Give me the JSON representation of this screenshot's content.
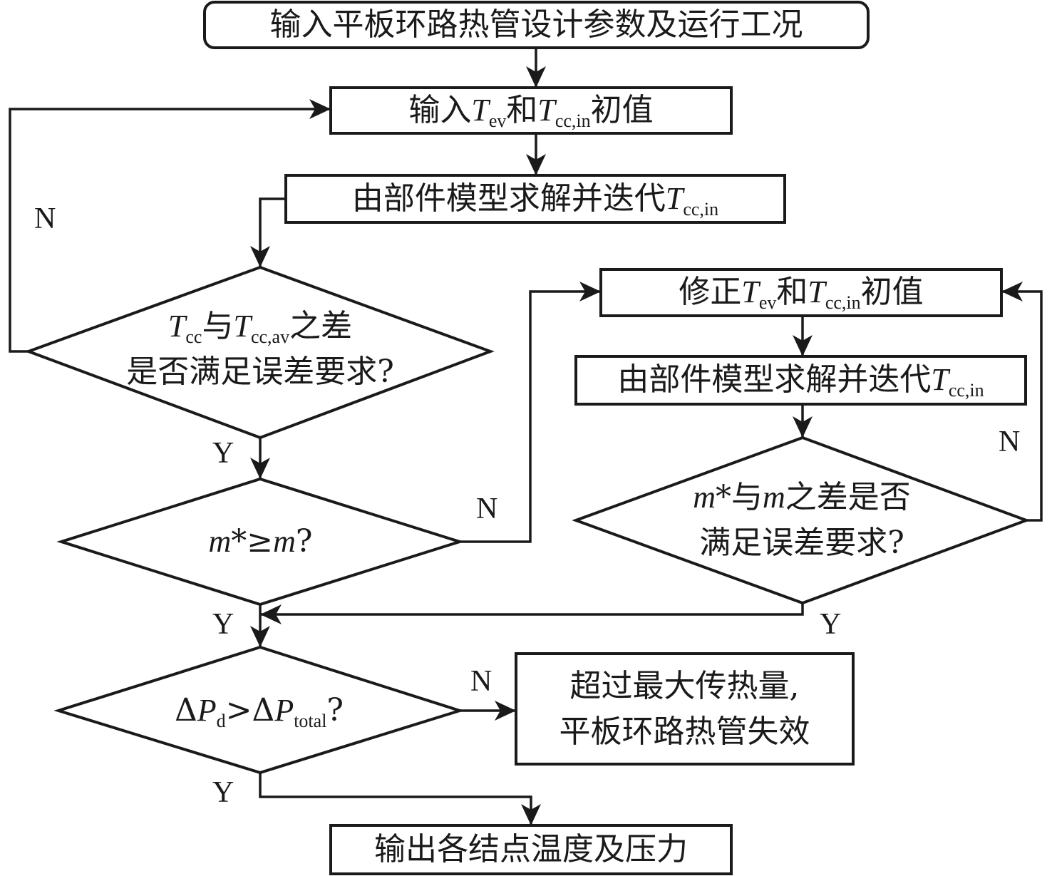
{
  "flowchart": {
    "start": {
      "text": "输入平板环路热管设计参数及运行工况"
    },
    "input_init": {
      "pre": "输入",
      "t1": "T",
      "t1_sub": "ev",
      "mid": "和",
      "t2": "T",
      "t2_sub": "cc,in",
      "post": "初值"
    },
    "iterate_1": {
      "pre": "由部件模型求解并迭代",
      "t": "T",
      "t_sub": "cc,in"
    },
    "decision_1": {
      "line1": {
        "t1": "T",
        "t1_sub": "cc",
        "mid": "与",
        "t2": "T",
        "t2_sub": "cc,av",
        "post": "之差"
      },
      "line2": "是否满足误差要求?"
    },
    "decision_2": {
      "m1": "m",
      "op": "*≥",
      "m2": "m",
      "post": "?"
    },
    "correct_init": {
      "pre": "修正",
      "t1": "T",
      "t1_sub": "ev",
      "mid": "和",
      "t2": "T",
      "t2_sub": "cc,in",
      "post": "初值"
    },
    "iterate_2": {
      "pre": "由部件模型求解并迭代",
      "t": "T",
      "t_sub": "cc,in"
    },
    "decision_3": {
      "line1": {
        "m1": "m",
        "mid": "*与",
        "m2": "m",
        "post": "之差是否"
      },
      "line2": "满足误差要求?"
    },
    "decision_4": {
      "d1": "Δ",
      "p1": "P",
      "p1_sub": "d",
      "op": ">Δ",
      "p2": "P",
      "p2_sub": "total",
      "post": "?"
    },
    "fail": {
      "line1": "超过最大传热量,",
      "line2": "平板环路热管失效"
    },
    "output": {
      "text": "输出各结点温度及压力"
    },
    "labels": {
      "yes": "Y",
      "no": "N"
    }
  }
}
